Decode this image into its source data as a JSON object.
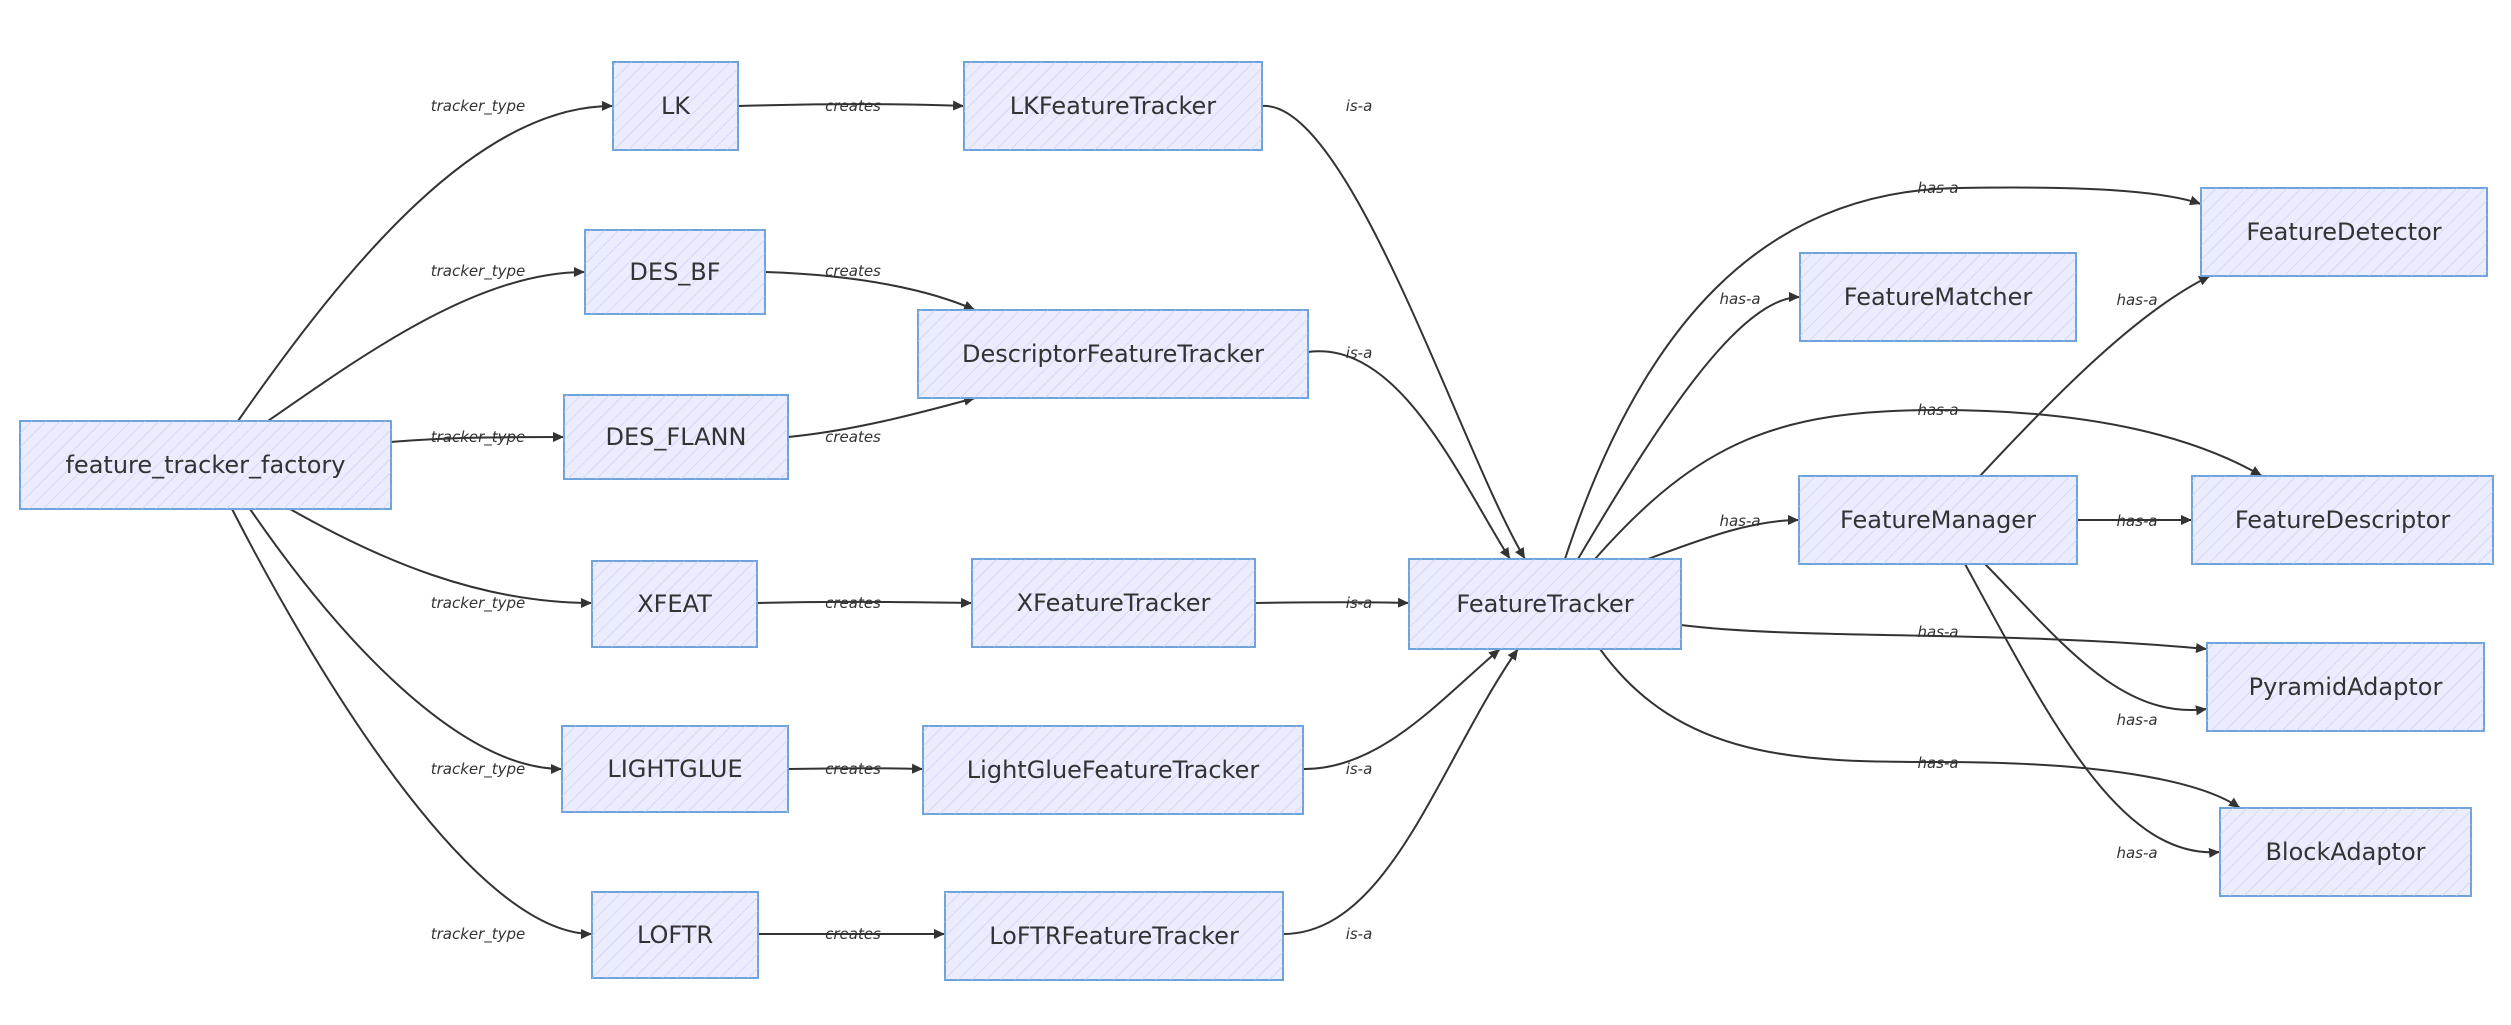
{
  "diagram": {
    "nodes": [
      {
        "id": "factory",
        "label": "feature_tracker_factory"
      },
      {
        "id": "lk",
        "label": "LK"
      },
      {
        "id": "des_bf",
        "label": "DES_BF"
      },
      {
        "id": "des_flann",
        "label": "DES_FLANN"
      },
      {
        "id": "xfeat",
        "label": "XFEAT"
      },
      {
        "id": "lightglue",
        "label": "LIGHTGLUE"
      },
      {
        "id": "loftr",
        "label": "LOFTR"
      },
      {
        "id": "lk_tracker",
        "label": "LKFeatureTracker"
      },
      {
        "id": "desc_tracker",
        "label": "DescriptorFeatureTracker"
      },
      {
        "id": "xfeat_tracker",
        "label": "XFeatureTracker"
      },
      {
        "id": "lightglue_tracker",
        "label": "LightGlueFeatureTracker"
      },
      {
        "id": "loftr_tracker",
        "label": "LoFTRFeatureTracker"
      },
      {
        "id": "feature_tracker",
        "label": "FeatureTracker"
      },
      {
        "id": "feature_matcher",
        "label": "FeatureMatcher"
      },
      {
        "id": "feature_manager",
        "label": "FeatureManager"
      },
      {
        "id": "feature_detector",
        "label": "FeatureDetector"
      },
      {
        "id": "feature_descriptor",
        "label": "FeatureDescriptor"
      },
      {
        "id": "pyramid_adaptor",
        "label": "PyramidAdaptor"
      },
      {
        "id": "block_adaptor",
        "label": "BlockAdaptor"
      }
    ],
    "edges": [
      {
        "from": "factory",
        "to": "lk",
        "label": "tracker_type"
      },
      {
        "from": "factory",
        "to": "des_bf",
        "label": "tracker_type"
      },
      {
        "from": "factory",
        "to": "des_flann",
        "label": "tracker_type"
      },
      {
        "from": "factory",
        "to": "xfeat",
        "label": "tracker_type"
      },
      {
        "from": "factory",
        "to": "lightglue",
        "label": "tracker_type"
      },
      {
        "from": "factory",
        "to": "loftr",
        "label": "tracker_type"
      },
      {
        "from": "lk",
        "to": "lk_tracker",
        "label": "creates"
      },
      {
        "from": "des_bf",
        "to": "desc_tracker",
        "label": "creates"
      },
      {
        "from": "des_flann",
        "to": "desc_tracker",
        "label": "creates"
      },
      {
        "from": "xfeat",
        "to": "xfeat_tracker",
        "label": "creates"
      },
      {
        "from": "lightglue",
        "to": "lightglue_tracker",
        "label": "creates"
      },
      {
        "from": "loftr",
        "to": "loftr_tracker",
        "label": "creates"
      },
      {
        "from": "lk_tracker",
        "to": "feature_tracker",
        "label": "is-a"
      },
      {
        "from": "desc_tracker",
        "to": "feature_tracker",
        "label": "is-a"
      },
      {
        "from": "xfeat_tracker",
        "to": "feature_tracker",
        "label": "is-a"
      },
      {
        "from": "lightglue_tracker",
        "to": "feature_tracker",
        "label": "is-a"
      },
      {
        "from": "loftr_tracker",
        "to": "feature_tracker",
        "label": "is-a"
      },
      {
        "from": "feature_tracker",
        "to": "feature_detector",
        "label": "has-a"
      },
      {
        "from": "feature_tracker",
        "to": "feature_matcher",
        "label": "has-a"
      },
      {
        "from": "feature_tracker",
        "to": "feature_descriptor",
        "label": "has-a"
      },
      {
        "from": "feature_tracker",
        "to": "feature_manager",
        "label": "has-a"
      },
      {
        "from": "feature_tracker",
        "to": "pyramid_adaptor",
        "label": "has-a"
      },
      {
        "from": "feature_tracker",
        "to": "block_adaptor",
        "label": "has-a"
      },
      {
        "from": "feature_manager",
        "to": "feature_detector",
        "label": "has-a"
      },
      {
        "from": "feature_manager",
        "to": "feature_descriptor",
        "label": "has-a"
      },
      {
        "from": "feature_manager",
        "to": "pyramid_adaptor",
        "label": "has-a"
      },
      {
        "from": "feature_manager",
        "to": "block_adaptor",
        "label": "has-a"
      }
    ]
  }
}
